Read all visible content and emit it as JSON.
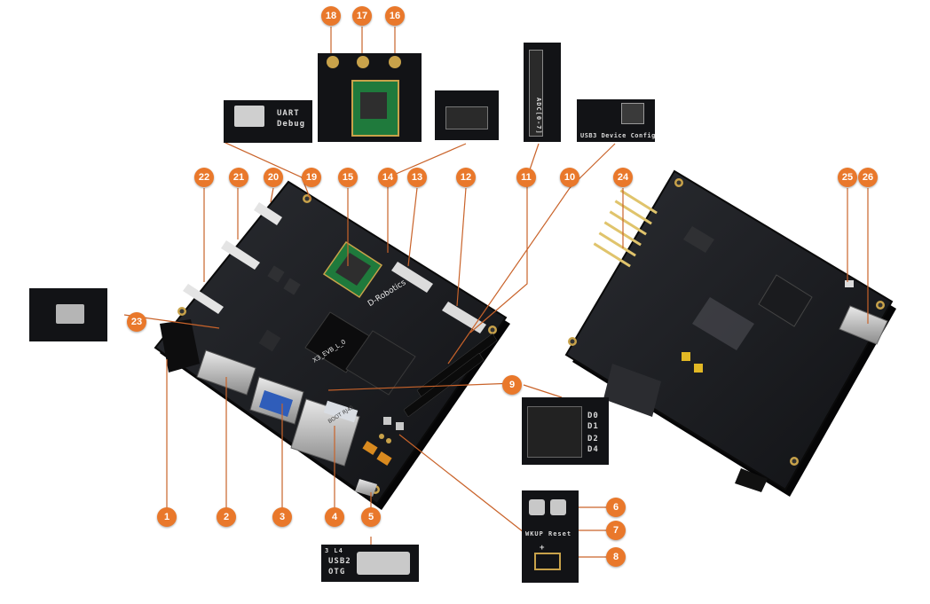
{
  "board_silkscreen": {
    "model": "X3_EVB_L_0",
    "brand": "D-Robotics",
    "ethernet_jack": "BOOT RJ45"
  },
  "insets": {
    "uart": {
      "line1": "UART",
      "line2": "Debug"
    },
    "adc": {
      "label": "ADC[0-7]"
    },
    "usb3_config": {
      "label": "USB3 Device Config"
    },
    "usb2_otg": {
      "line0": "3 L4",
      "line1": "USB2",
      "line2": "OTG"
    },
    "dip": {
      "labels": [
        "D0",
        "D1",
        "D2",
        "D4"
      ]
    },
    "buttons": {
      "wakeup": "WKUP",
      "reset": "Reset",
      "plus": "+"
    }
  },
  "callouts": {
    "c1": "1",
    "c2": "2",
    "c3": "3",
    "c4": "4",
    "c5": "5",
    "c6": "6",
    "c7": "7",
    "c8": "8",
    "c9": "9",
    "c10": "10",
    "c11": "11",
    "c12": "12",
    "c13": "13",
    "c14": "14",
    "c15": "15",
    "c16": "16",
    "c17": "17",
    "c18": "18",
    "c19": "19",
    "c20": "20",
    "c21": "21",
    "c22": "22",
    "c23": "23",
    "c24": "24",
    "c25": "25",
    "c26": "26"
  },
  "colors": {
    "callout": "#e9782b",
    "leader_line": "#c9632a",
    "pcb": "#1a1c20",
    "gold": "#c8a24a"
  }
}
